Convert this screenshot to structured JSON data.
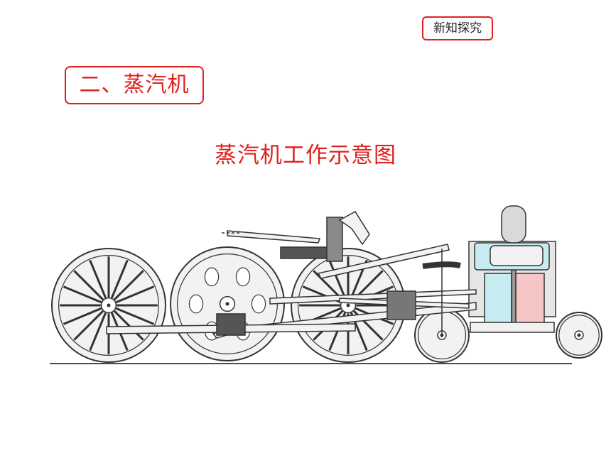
{
  "header": {
    "badge": "新知探究"
  },
  "section": {
    "title": "二、蒸汽机"
  },
  "figure": {
    "caption": "蒸汽机工作示意图"
  },
  "colors": {
    "accent": "#e0201d",
    "cylinder_left": "#c6ecf2",
    "cylinder_right": "#f6c6c6",
    "wheel_fill": "#f2f2f2",
    "line": "#333333"
  }
}
